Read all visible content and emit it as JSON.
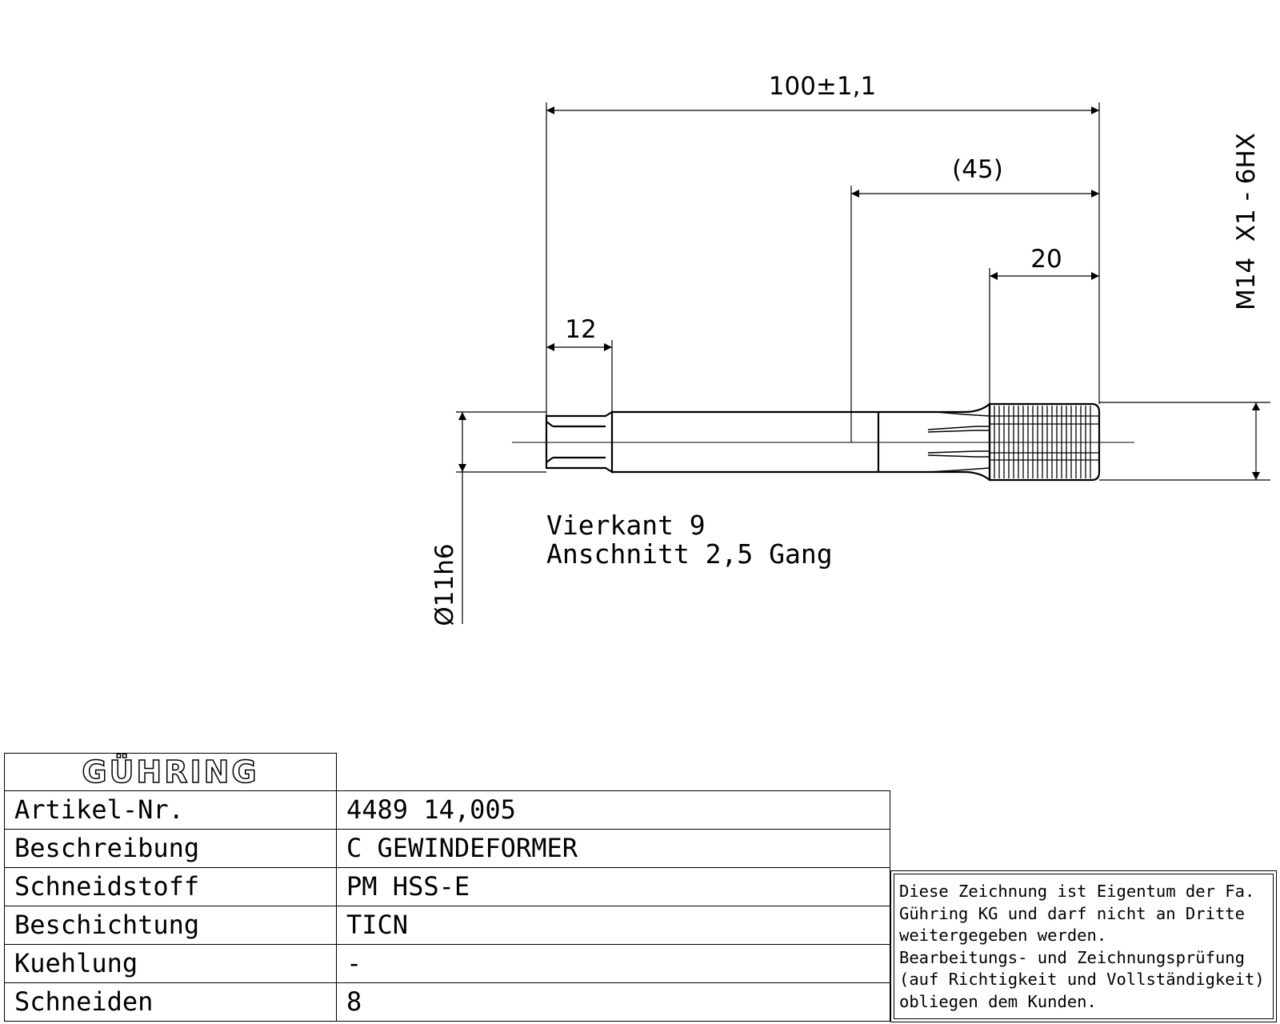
{
  "drawing": {
    "dim_total_length": "100±1,1",
    "dim_thread_length": "(45)",
    "dim_tip_length": "20",
    "dim_square_length": "12",
    "dim_shank_diameter": "Ø11h6",
    "dim_thread_spec": "M14  X1 - 6HX",
    "note_line_1": "Vierkant 9",
    "note_line_2": "Anschnitt 2,5 Gang"
  },
  "title_block": {
    "logo_text": "GÜHRING",
    "rows": [
      {
        "label": "Artikel-Nr.",
        "value": "4489 14,005"
      },
      {
        "label": "Beschreibung",
        "value": "C GEWINDEFORMER"
      },
      {
        "label": "Schneidstoff",
        "value": "PM HSS-E"
      },
      {
        "label": "Beschichtung",
        "value": "TICN"
      },
      {
        "label": "Kuehlung",
        "value": "-"
      },
      {
        "label": "Schneiden",
        "value": "8"
      }
    ],
    "disclaimer": "Diese Zeichnung ist Eigentum der Fa.\nGühring KG und darf nicht an Dritte\nweitergegeben werden.\nBearbeitungs- und Zeichnungsprüfung\n(auf Richtigkeit und Vollständigkeit)\nobliegen dem Kunden."
  }
}
